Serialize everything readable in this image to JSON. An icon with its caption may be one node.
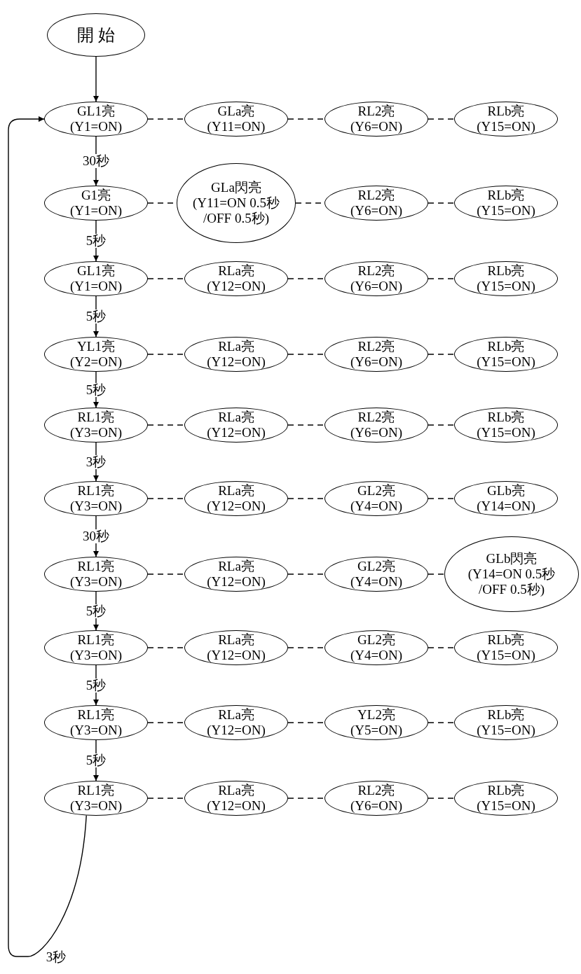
{
  "diagram": {
    "nodes": [
      {
        "text": [
          "開 始"
        ]
      },
      {
        "text": [
          "GL1亮 (Y1=ON)"
        ]
      },
      {
        "text": [
          "GLa亮 (Y11=ON)"
        ]
      },
      {
        "text": [
          "RL2亮 (Y6=ON)"
        ]
      },
      {
        "text": [
          "RLb亮 (Y15=ON)"
        ]
      },
      {
        "text": [
          "G1亮 (Y1=ON)"
        ]
      },
      {
        "text": [
          "GLa閃亮 (Y11=ON 0.5秒 /OFF 0.5秒)"
        ]
      },
      {
        "text": [
          "RL2亮 (Y6=ON)"
        ]
      },
      {
        "text": [
          "RLb亮 (Y15=ON)"
        ]
      },
      {
        "text": [
          "GL1亮 (Y1=ON)"
        ]
      },
      {
        "text": [
          "RLa亮 (Y12=ON)"
        ]
      },
      {
        "text": [
          "RL2亮 (Y6=ON)"
        ]
      },
      {
        "text": [
          "RLb亮 (Y15=ON)"
        ]
      },
      {
        "text": [
          "YL1亮 (Y2=ON)"
        ]
      },
      {
        "text": [
          "RLa亮 (Y12=ON)"
        ]
      },
      {
        "text": [
          "RL2亮 (Y6=ON)"
        ]
      },
      {
        "text": [
          "RLb亮 (Y15=ON)"
        ]
      },
      {
        "text": [
          "RL1亮 (Y3=ON)"
        ]
      },
      {
        "text": [
          "RLa亮 (Y12=ON)"
        ]
      },
      {
        "text": [
          "RL2亮 (Y6=ON)"
        ]
      },
      {
        "text": [
          "RLb亮 (Y15=ON)"
        ]
      },
      {
        "text": [
          "RL1亮 (Y3=ON)"
        ]
      },
      {
        "text": [
          "RLa亮 (Y12=ON)"
        ]
      },
      {
        "text": [
          "GL2亮 (Y4=ON)"
        ]
      },
      {
        "text": [
          "GLb亮 (Y14=ON)"
        ]
      },
      {
        "text": [
          "RL1亮 (Y3=ON)"
        ]
      },
      {
        "text": [
          "RLa亮 (Y12=ON)"
        ]
      },
      {
        "text": [
          "GL2亮 (Y4=ON)"
        ]
      },
      {
        "text": [
          "GLb閃亮 (Y14=ON 0.5秒 /OFF 0.5秒)"
        ]
      },
      {
        "text": [
          "RL1亮 (Y3=ON)"
        ]
      },
      {
        "text": [
          "RLa亮 (Y12=ON)"
        ]
      },
      {
        "text": [
          "GL2亮 (Y4=ON)"
        ]
      },
      {
        "text": [
          "RLb亮 (Y15=ON)"
        ]
      },
      {
        "text": [
          "RL1亮 (Y3=ON)"
        ]
      },
      {
        "text": [
          "RLa亮 (Y12=ON)"
        ]
      },
      {
        "text": [
          "YL2亮 (Y5=ON)"
        ]
      },
      {
        "text": [
          "RLb亮 (Y15=ON)"
        ]
      },
      {
        "text": [
          "RL1亮 (Y3=ON)"
        ]
      },
      {
        "text": [
          "RLa亮 (Y12=ON)"
        ]
      },
      {
        "text": [
          "RL2亮 (Y6=ON)"
        ]
      },
      {
        "text": [
          "RLb亮 (Y15=ON)"
        ]
      }
    ],
    "edges": [
      {
        "from": 0,
        "to": 1,
        "arrow": "to"
      },
      {
        "from": 1,
        "to": 2,
        "arrow": "none",
        "style": "dashed"
      },
      {
        "from": 2,
        "to": 3,
        "arrow": "none",
        "style": "dashed"
      },
      {
        "from": 3,
        "to": 4,
        "arrow": "none",
        "style": "dashed"
      },
      {
        "from": 1,
        "to": 5,
        "arrow": "to",
        "label": "30秒"
      },
      {
        "from": 5,
        "to": 6,
        "arrow": "none",
        "style": "dashed"
      },
      {
        "from": 6,
        "to": 7,
        "arrow": "none",
        "style": "dashed"
      },
      {
        "from": 7,
        "to": 8,
        "arrow": "none",
        "style": "dashed"
      },
      {
        "from": 5,
        "to": 9,
        "arrow": "to",
        "label": "5秒"
      },
      {
        "from": 9,
        "to": 10,
        "arrow": "none",
        "style": "dashed"
      },
      {
        "from": 10,
        "to": 11,
        "arrow": "none",
        "style": "dashed"
      },
      {
        "from": 11,
        "to": 12,
        "arrow": "none",
        "style": "dashed"
      },
      {
        "from": 9,
        "to": 13,
        "arrow": "to",
        "label": "5秒"
      },
      {
        "from": 13,
        "to": 14,
        "arrow": "none",
        "style": "dashed"
      },
      {
        "from": 14,
        "to": 15,
        "arrow": "none",
        "style": "dashed"
      },
      {
        "from": 15,
        "to": 16,
        "arrow": "none",
        "style": "dashed"
      },
      {
        "from": 13,
        "to": 17,
        "arrow": "to",
        "label": "5秒"
      },
      {
        "from": 17,
        "to": 18,
        "arrow": "none",
        "style": "dashed"
      },
      {
        "from": 18,
        "to": 19,
        "arrow": "none",
        "style": "dashed"
      },
      {
        "from": 19,
        "to": 20,
        "arrow": "none",
        "style": "dashed"
      },
      {
        "from": 17,
        "to": 21,
        "arrow": "to",
        "label": "3秒"
      },
      {
        "from": 21,
        "to": 22,
        "arrow": "none",
        "style": "dashed"
      },
      {
        "from": 22,
        "to": 23,
        "arrow": "none",
        "style": "dashed"
      },
      {
        "from": 23,
        "to": 24,
        "arrow": "none",
        "style": "dashed"
      },
      {
        "from": 21,
        "to": 25,
        "arrow": "to",
        "label": "30秒"
      },
      {
        "from": 25,
        "to": 26,
        "arrow": "none",
        "style": "dashed"
      },
      {
        "from": 26,
        "to": 27,
        "arrow": "none",
        "style": "dashed"
      },
      {
        "from": 27,
        "to": 28,
        "arrow": "none",
        "style": "dashed"
      },
      {
        "from": 25,
        "to": 29,
        "arrow": "to",
        "label": "5秒"
      },
      {
        "from": 29,
        "to": 30,
        "arrow": "none",
        "style": "dashed"
      },
      {
        "from": 30,
        "to": 31,
        "arrow": "none",
        "style": "dashed"
      },
      {
        "from": 31,
        "to": 32,
        "arrow": "none",
        "style": "dashed"
      },
      {
        "from": 29,
        "to": 33,
        "arrow": "to",
        "label": "5秒"
      },
      {
        "from": 33,
        "to": 34,
        "arrow": "none",
        "style": "dashed"
      },
      {
        "from": 34,
        "to": 35,
        "arrow": "none",
        "style": "dashed"
      },
      {
        "from": 35,
        "to": 36,
        "arrow": "none",
        "style": "dashed"
      },
      {
        "from": 33,
        "to": 37,
        "arrow": "to",
        "label": "5秒"
      },
      {
        "from": 37,
        "to": 38,
        "arrow": "none",
        "style": "dashed"
      },
      {
        "from": 38,
        "to": 39,
        "arrow": "none",
        "style": "dashed"
      },
      {
        "from": 39,
        "to": 40,
        "arrow": "none",
        "style": "dashed"
      },
      {
        "from": 37,
        "to": 1,
        "arrow": "to",
        "label": "3秒"
      }
    ]
  }
}
